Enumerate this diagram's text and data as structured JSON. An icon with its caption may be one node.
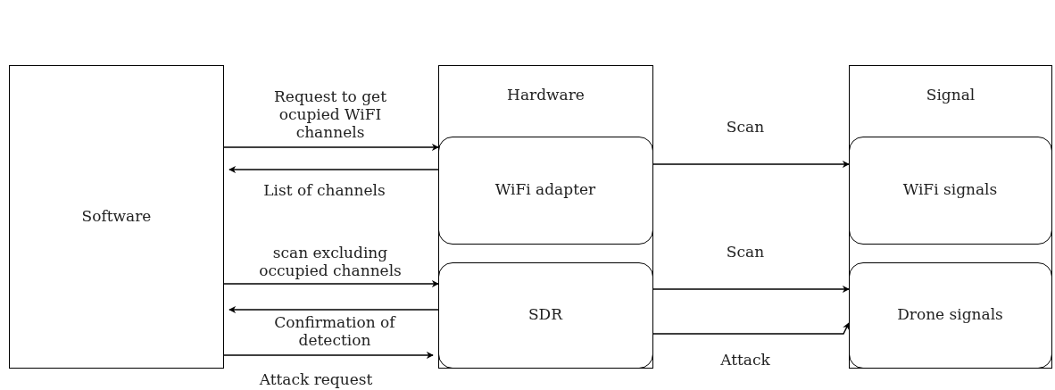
{
  "diagram": {
    "nodes": [
      {
        "text": [
          "Software"
        ]
      },
      {
        "text": [
          "Hardware"
        ]
      },
      {
        "text": [
          "WiFi adapter"
        ],
        "in": 1
      },
      {
        "text": [
          "SDR"
        ],
        "in": 1
      },
      {
        "text": [
          "Signal"
        ]
      },
      {
        "text": [
          "WiFi signals"
        ],
        "in": 4
      },
      {
        "text": [
          "Drone signals"
        ],
        "in": 4
      }
    ],
    "edges": [
      {
        "from": 0,
        "to": 2,
        "arrow": "to",
        "label": "Request to get ocupied WiFI channels"
      },
      {
        "from": 2,
        "to": 0,
        "arrow": "to",
        "label": "List of channels"
      },
      {
        "from": 0,
        "to": 3,
        "arrow": "to",
        "label": "scan excluding occupied channels"
      },
      {
        "from": 3,
        "to": 0,
        "arrow": "to",
        "label": "Confirmation of detection"
      },
      {
        "from": 0,
        "to": 3,
        "arrow": "to",
        "label": "Attack request"
      },
      {
        "from": 2,
        "to": 5,
        "arrow": "to",
        "label": "Scan"
      },
      {
        "from": 3,
        "to": 6,
        "arrow": "to",
        "label": "Scan"
      },
      {
        "from": 3,
        "to": 6,
        "arrow": "to",
        "label": "Attack"
      }
    ]
  }
}
